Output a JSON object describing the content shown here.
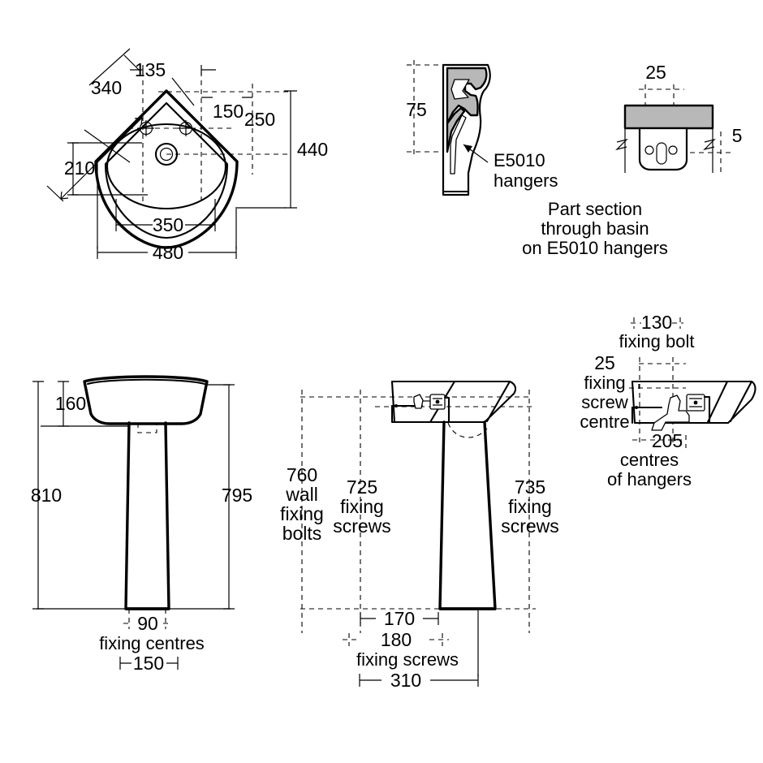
{
  "drawing": {
    "title": "Corner basin and pedestal installation drawing",
    "line_color": "#000000",
    "section_fill": "#b8b8b8",
    "background": "#ffffff"
  },
  "views": {
    "plan": {
      "name": "corner-basin-plan-view",
      "dimensions": {
        "d135": "135",
        "d340": "340",
        "d150": "150",
        "d250": "250",
        "d440": "440",
        "d210": "210",
        "d350": "350",
        "d480": "480"
      }
    },
    "part_section": {
      "name": "part-section-through-basin",
      "dimensions": {
        "d75": "75"
      },
      "callout": "E5010\nhangers",
      "callout_line1": "E5010",
      "callout_line2": "hangers",
      "caption_line1": "Part section",
      "caption_line2": "through basin",
      "caption_line3": "on E5010 hangers"
    },
    "hanger_detail": {
      "name": "hanger-bracket-detail",
      "dimensions": {
        "d25": "25",
        "d5": "5"
      }
    },
    "front_elevation": {
      "name": "pedestal-front-elevation",
      "dimensions": {
        "d160": "160",
        "d810": "810",
        "d795": "795",
        "d90": "90",
        "d150": "150"
      },
      "labels": {
        "fixing_centres": "fixing centres"
      }
    },
    "side_elevation": {
      "name": "pedestal-side-elevation",
      "dimensions": {
        "d170": "170",
        "d180": "180",
        "d310": "310"
      },
      "labels": {
        "wall_bolts_l1": "760",
        "wall_bolts_l2": "wall",
        "wall_bolts_l3": "fixing",
        "wall_bolts_l4": "bolts",
        "screws725_l1": "725",
        "screws725_l2": "fixing",
        "screws725_l3": "screws",
        "screws735_l1": "735",
        "screws735_l2": "fixing",
        "screws735_l3": "screws",
        "fixing_screws": "fixing screws"
      }
    },
    "basin_section_detail": {
      "name": "basin-hanger-section-detail",
      "dimensions": {
        "d130": "130",
        "d25": "25",
        "d205": "205"
      },
      "labels": {
        "fixing_bolt": "fixing bolt",
        "screw_centre_l1": "fixing",
        "screw_centre_l2": "screw",
        "screw_centre_l3": "centre",
        "hangers_l1": "centres",
        "hangers_l2": "of hangers"
      }
    }
  }
}
